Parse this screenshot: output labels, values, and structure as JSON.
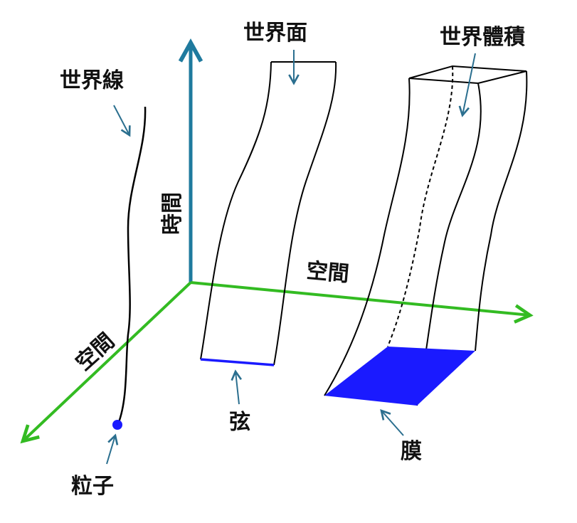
{
  "labels": {
    "worldline": "世界線",
    "worldsheet": "世界面",
    "worldvolume": "世界體積",
    "time": "時間",
    "space_horizontal": "空間",
    "space_diagonal": "空間",
    "particle": "粒子",
    "string": "弦",
    "membrane": "膜"
  },
  "colors": {
    "time_axis": "#1f7a9e",
    "space_axis": "#33bb22",
    "object_fill": "#1a1aff",
    "annotation_arrow": "#2b6f8f",
    "outline": "#000000"
  }
}
